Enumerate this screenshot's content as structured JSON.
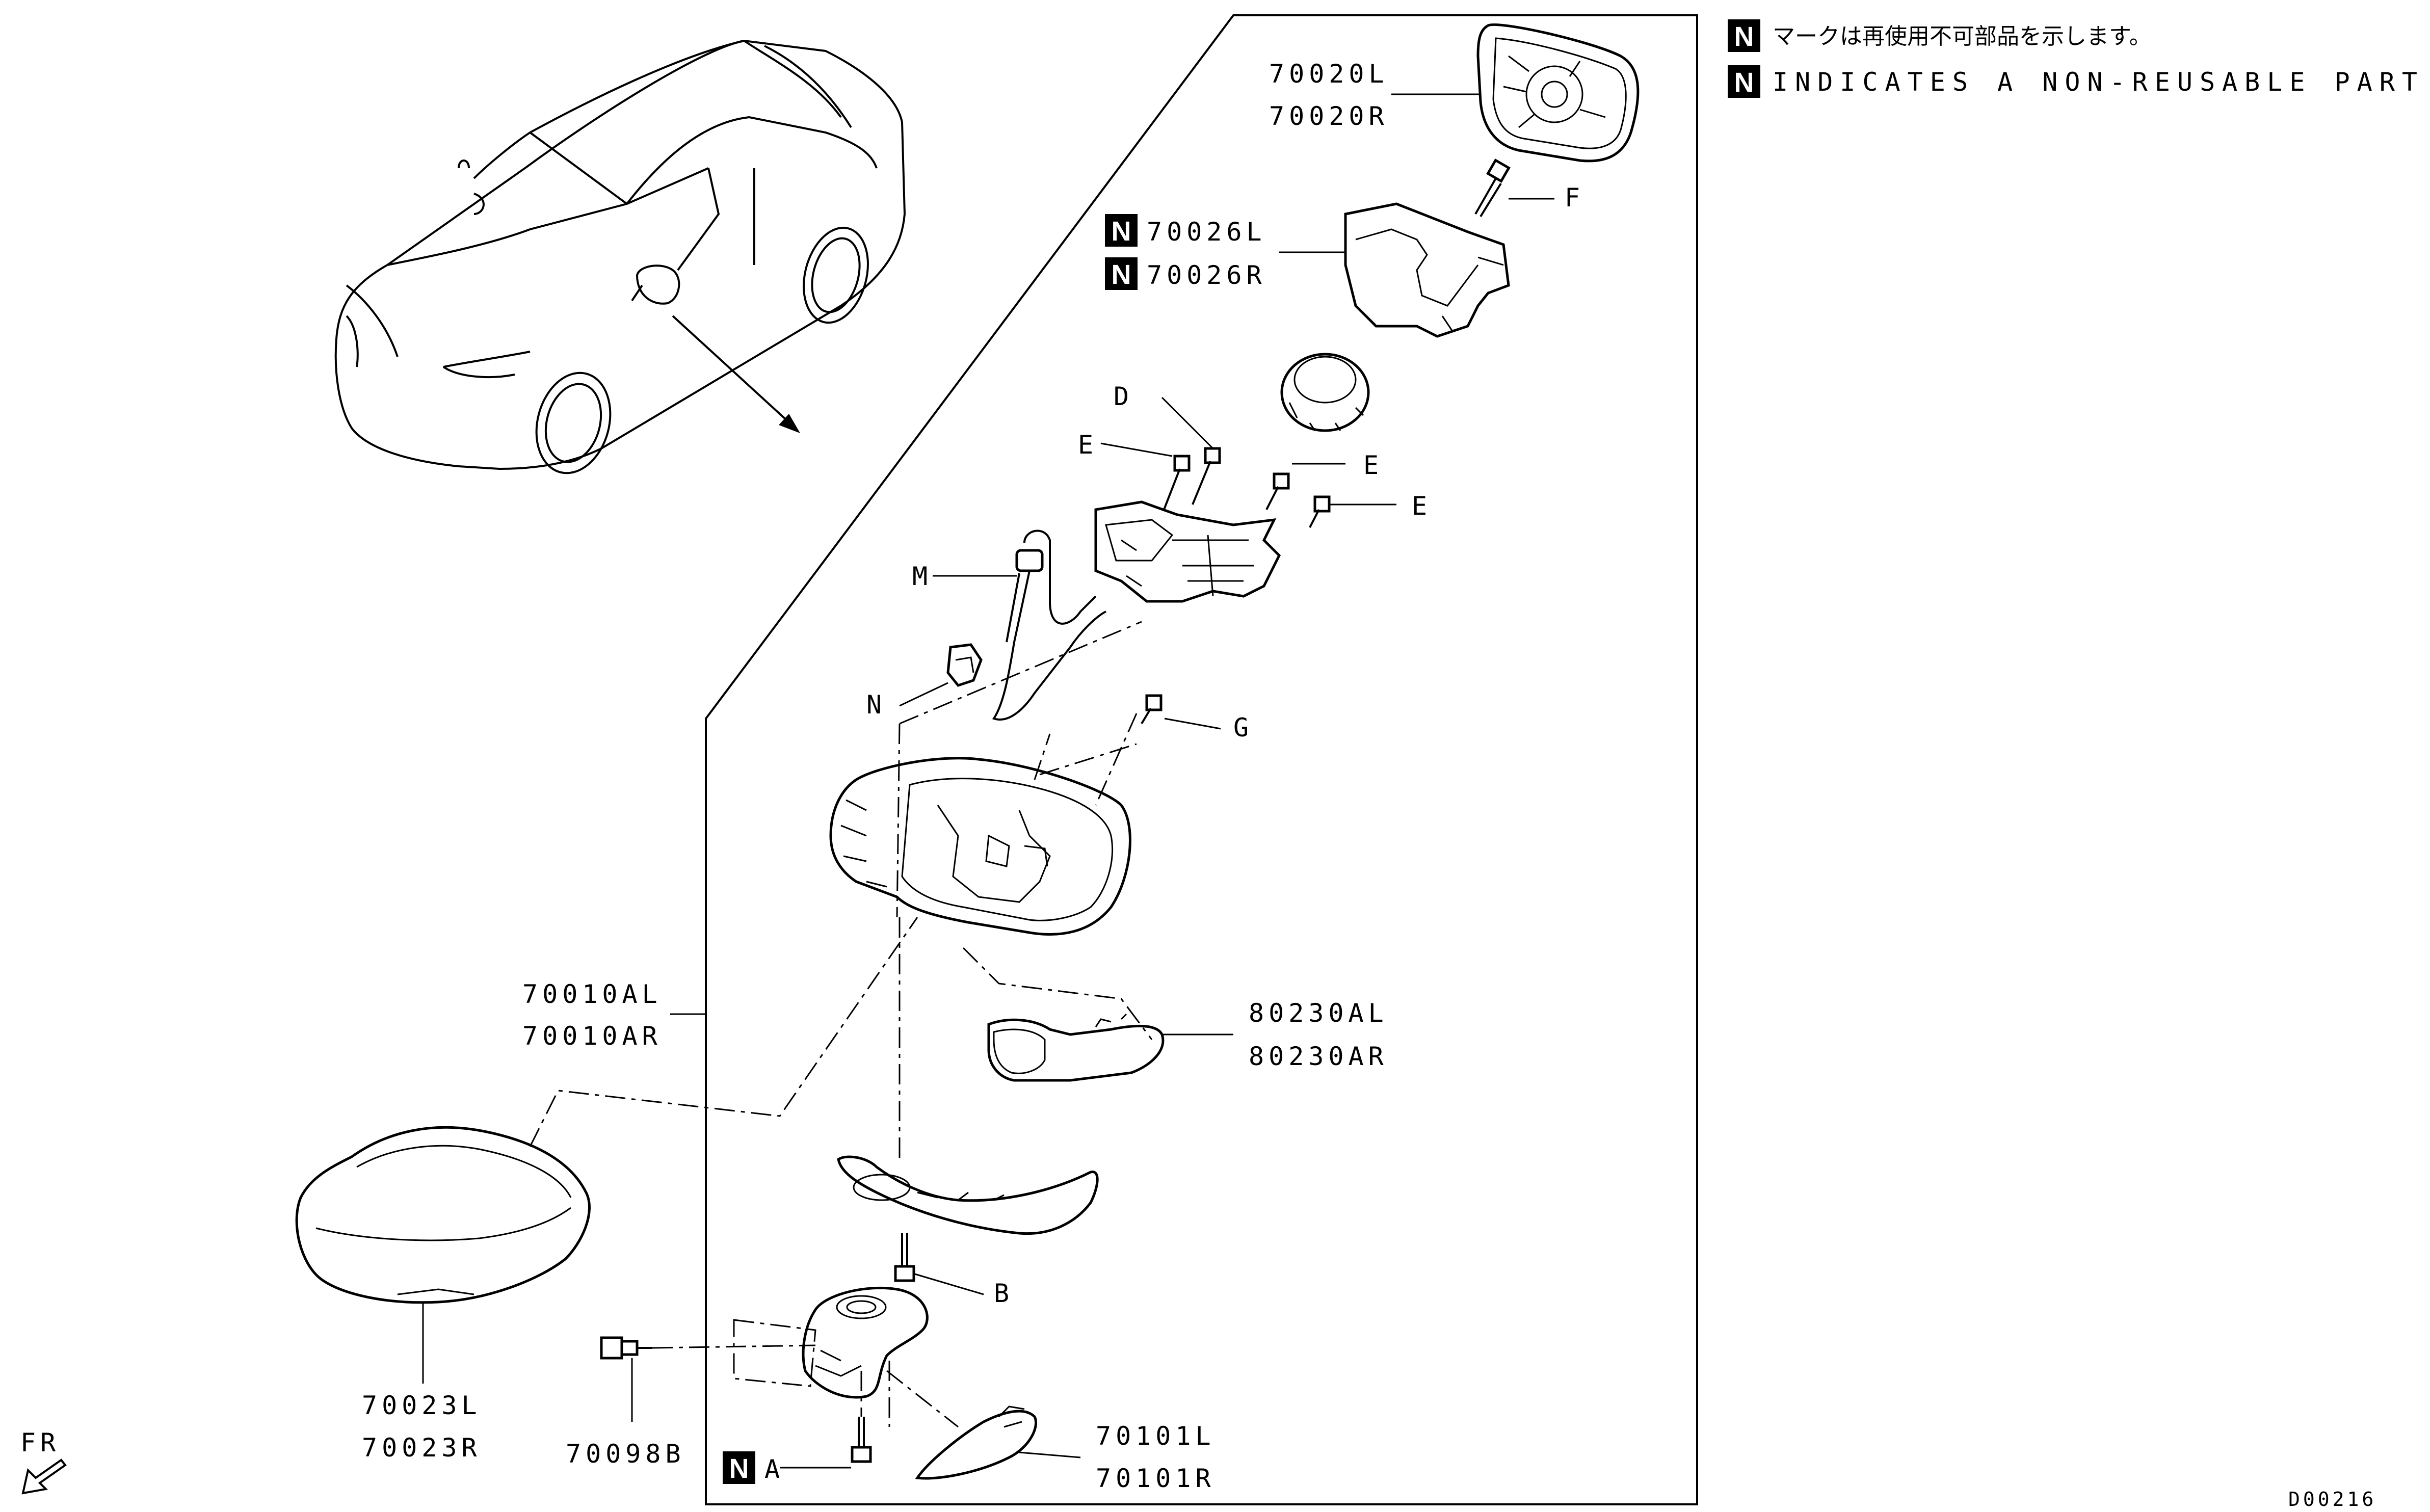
{
  "legend": {
    "jp_note": "マークは再使用不可部品を示します。",
    "en_note": "INDICATES A NON-REUSABLE PART.",
    "badge": "N"
  },
  "labels": {
    "p70020L": "70020L",
    "p70020R": "70020R",
    "pF": "F",
    "p70026L": "70026L",
    "p70026R": "70026R",
    "pD": "D",
    "pE1": "E",
    "pE2": "E",
    "pE3": "E",
    "pM": "M",
    "pN": "N",
    "pG": "G",
    "p70010AL": "70010AL",
    "p70010AR": "70010AR",
    "p80230AL": "80230AL",
    "p80230AR": "80230AR",
    "pB": "B",
    "p70023L": "70023L",
    "p70023R": "70023R",
    "p70098B": "70098B",
    "pA": "A",
    "p70101L": "70101L",
    "p70101R": "70101R",
    "fr": "FR",
    "code": "D00216"
  }
}
